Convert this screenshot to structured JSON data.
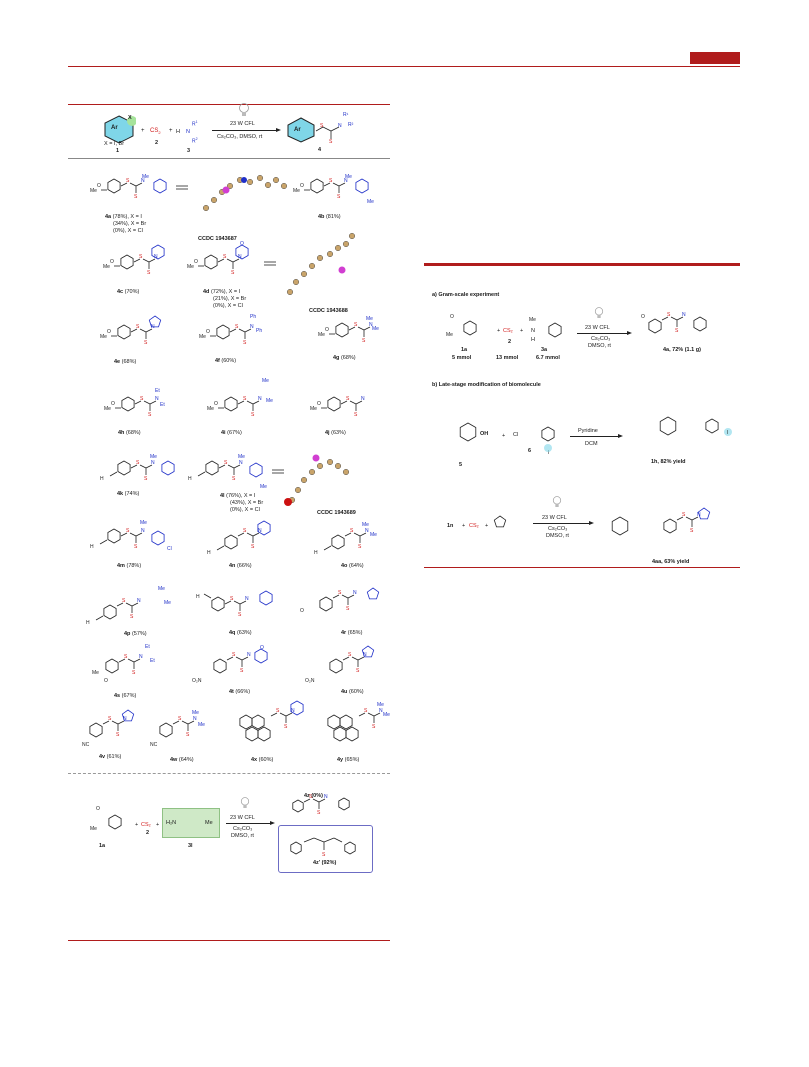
{
  "header": {
    "accent_color": "#b01c1c",
    "rule_color": "#b01c1c"
  },
  "left_scheme": {
    "reaction": {
      "reagent_ar": "Ar",
      "x_label": "X",
      "x_def": "X = I, Br",
      "cmpd1": "1",
      "plus1": "+",
      "cs2": "CS",
      "cs2_sub": "2",
      "cmpd2": "2",
      "plus2": "+",
      "amine_h": "H",
      "amine_n": "N",
      "r1": "R",
      "r1_sup": "1",
      "r2": "R",
      "r2_sup": "2",
      "cmpd3": "3",
      "cond1": "23 W CFL",
      "cond2": "Cs₂CO₃, DMSO, rt",
      "product_ar": "Ar",
      "prod_s1": "S",
      "prod_n": "N",
      "prod_s2": "S",
      "prod_r1": "R¹",
      "prod_r2": "R²",
      "cmpd4": "4"
    },
    "products": [
      {
        "id": "4a",
        "label": "4a",
        "text": " (78%), X = I",
        "line2": "(34%), X = Br",
        "line3": "(0%), X = Cl",
        "me": "Me",
        "ac": "Me"
      },
      {
        "id": "4b",
        "label": "4b",
        "text": " (81%)"
      },
      {
        "id": "4c",
        "label": "4c",
        "text": " (70%)"
      },
      {
        "id": "4d",
        "label": "4d",
        "text": " (72%), X = I",
        "line2": "(21%), X = Br",
        "line3": "(0%), X = Cl"
      },
      {
        "id": "4e",
        "label": "4e",
        "text": " (68%)"
      },
      {
        "id": "4f",
        "label": "4f",
        "text": " (60%)"
      },
      {
        "id": "4g",
        "label": "4g",
        "text": " (68%)"
      },
      {
        "id": "4h",
        "label": "4h",
        "text": " (68%)"
      },
      {
        "id": "4i",
        "label": "4i",
        "text": " (67%)"
      },
      {
        "id": "4j",
        "label": "4j",
        "text": " (63%)"
      },
      {
        "id": "4k",
        "label": "4k",
        "text": " (74%)"
      },
      {
        "id": "4l",
        "label": "4l",
        "text": " (76%), X = I",
        "line2": "(43%), X = Br",
        "line3": "(0%), X = Cl"
      },
      {
        "id": "4m",
        "label": "4m",
        "text": " (78%)"
      },
      {
        "id": "4n",
        "label": "4n",
        "text": " (66%)"
      },
      {
        "id": "4o",
        "label": "4o",
        "text": " (64%)"
      },
      {
        "id": "4p",
        "label": "4p",
        "text": " (57%)"
      },
      {
        "id": "4q",
        "label": "4q",
        "text": " (63%)"
      },
      {
        "id": "4r",
        "label": "4r",
        "text": " (65%)"
      },
      {
        "id": "4s",
        "label": "4s",
        "text": " (67%)"
      },
      {
        "id": "4t",
        "label": "4t",
        "text": " (66%)"
      },
      {
        "id": "4u",
        "label": "4u",
        "text": " (60%)"
      },
      {
        "id": "4v",
        "label": "4v",
        "text": " (61%)"
      },
      {
        "id": "4w",
        "label": "4w",
        "text": " (64%)"
      },
      {
        "id": "4x",
        "label": "4x",
        "text": " (60%)"
      },
      {
        "id": "4y",
        "label": "4y",
        "text": " (65%)"
      }
    ],
    "ccdc1": "CCDC 1943687",
    "ccdc2": "CCDC 1943688",
    "ccdc3": "CCDC 1943689",
    "atom_labels": {
      "me": "Me",
      "ph": "Ph",
      "cl": "Cl",
      "o": "O",
      "o2n": "O₂N",
      "nc": "NC",
      "h": "H",
      "et": "Et"
    },
    "control": {
      "sm": "1a",
      "plus1": "+",
      "cs2": "CS₂",
      "cs2_num": "2",
      "plus2": "+",
      "amine": "H₂N",
      "amine_me": "Me",
      "amine_num": "3l",
      "cond1": "23 W CFL",
      "cond2": "Cs₂CO₃",
      "cond3": "DMSO, rt",
      "prod1": "4z (0%)",
      "prod2": "4z' (92%)",
      "nh": "H"
    }
  },
  "right_scheme": {
    "a_title": "a) Gram-scale experiment",
    "a": {
      "sm": "1a",
      "sm_amt": "5 mmol",
      "plus1": "+",
      "cs2": "CS₂",
      "cs2_num": "2",
      "cs2_amt": "13 mmol",
      "plus2": "+",
      "amine_me": "Me",
      "amine_n": "N",
      "amine_h": "H",
      "amine_num": "3a",
      "amine_amt": "6.7 mmol",
      "cond1": "23 W CFL",
      "cond2": "Cs₂CO₃",
      "cond3": "DMSO, rt",
      "prod": "4a, 72% (1.1 g)",
      "ac_me": "Me"
    },
    "b_title": "b) Late-stage modification of biomolecule",
    "b": {
      "sm": "5",
      "oh": "OH",
      "plus": "+",
      "acyl_cl": "Cl",
      "acyl_num": "6",
      "acyl_i": "I",
      "cond1": "Pyridine",
      "cond2": "DCM",
      "prod": "1h, 82% yield",
      "me": "Me"
    },
    "c": {
      "sm": "1n",
      "plus1": "+",
      "cs2": "CS₂",
      "plus2": "+",
      "nh": "NH",
      "cond1": "23 W CFL",
      "cond2": "Cs₂CO₃",
      "cond3": "DMSO, rt",
      "prod": "4aa, 63% yield"
    }
  }
}
